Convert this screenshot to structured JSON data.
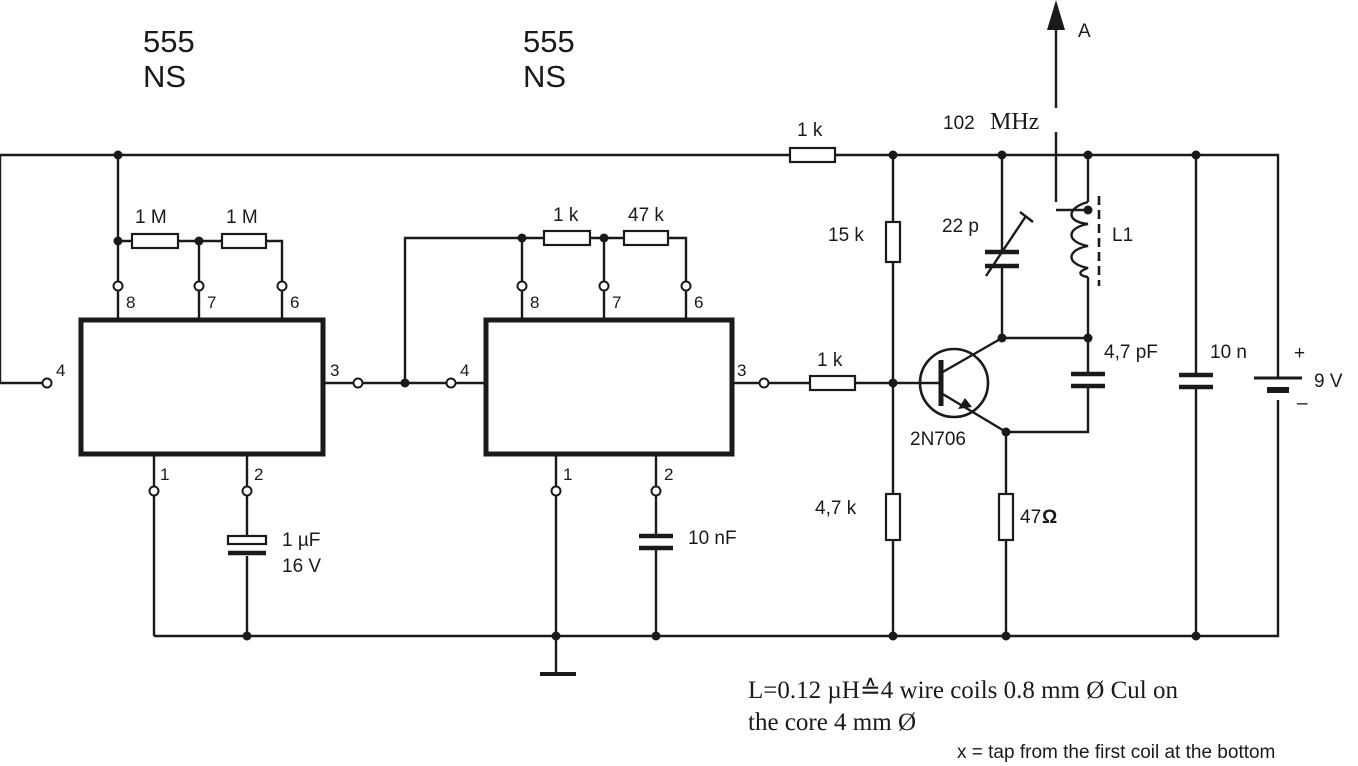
{
  "ic1": {
    "label_top": "555",
    "label_bottom": "NS",
    "pins": {
      "p1": "1",
      "p2": "2",
      "p3": "3",
      "p4": "4",
      "p6": "6",
      "p7": "7",
      "p8": "8"
    }
  },
  "ic2": {
    "label_top": "555",
    "label_bottom": "NS",
    "pins": {
      "p1": "1",
      "p2": "2",
      "p3": "3",
      "p4": "4",
      "p6": "6",
      "p7": "7",
      "p8": "8"
    }
  },
  "components": {
    "r1": "1 M",
    "r2": "1 M",
    "c1_value": "1 µF",
    "c1_voltage": "16 V",
    "r3": "1 k",
    "r4": "47 k",
    "c2": "10 nF",
    "r_top": "1 k",
    "r_base": "1 k",
    "r_15k": "15 k",
    "r_4k7": "4,7 k",
    "c_trim": "22 p",
    "coil": "L1",
    "c_4p7": "4,7 pF",
    "transistor": "2N706",
    "r_emitter": "47",
    "r_emitter_unit": "Ω",
    "c_bypass": "10 n",
    "battery_plus": "+",
    "battery_minus": "–",
    "battery_voltage": "9 V",
    "frequency_value": "102",
    "frequency_unit": "MHz",
    "antenna": "A"
  },
  "notes": {
    "coil_line1": "L=0.12 µH≙4 wire coils 0.8 mm Ø Cul on",
    "coil_line2": "the core 4 mm Ø",
    "tap": "x = tap from the first coil at the bottom"
  }
}
